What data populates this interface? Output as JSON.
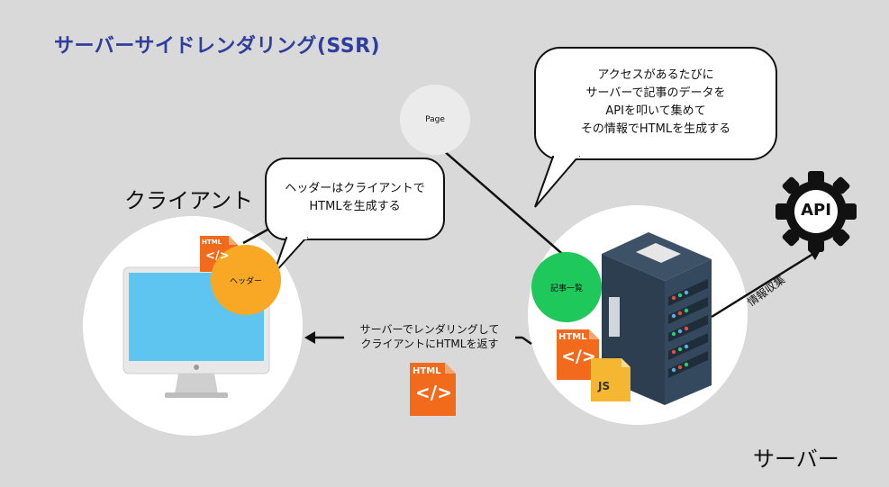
{
  "title": "サーバーサイドレンダリング(SSR)",
  "client_label": "クライアント",
  "server_label": "サーバー",
  "page_node": "Page",
  "header_node": "ヘッダー",
  "article_node": "記事一覧",
  "bubble_client": [
    "ヘッダーはクライアントで",
    "HTMLを生成する"
  ],
  "bubble_server": [
    "アクセスがあるたびに",
    "サーバーで記事のデータを",
    "APIを叩いて集めて",
    "その情報でHTMLを生成する"
  ],
  "arrow_label": [
    "サーバーでレンダリングして",
    "クライアントにHTMLを返す"
  ],
  "api_edge_label": "情報収集",
  "api_icon": "API",
  "html_icon_label": "HTML",
  "js_icon_label": "JS",
  "colors": {
    "title": "#2f3e9e",
    "background": "#d9d9d9",
    "header_node": "#f9a825",
    "article_node": "#1ec85a",
    "html_icon": "#f26b1d",
    "js_icon": "#f5b731",
    "server": "#34495e",
    "monitor_screen": "#5ec5f0"
  }
}
